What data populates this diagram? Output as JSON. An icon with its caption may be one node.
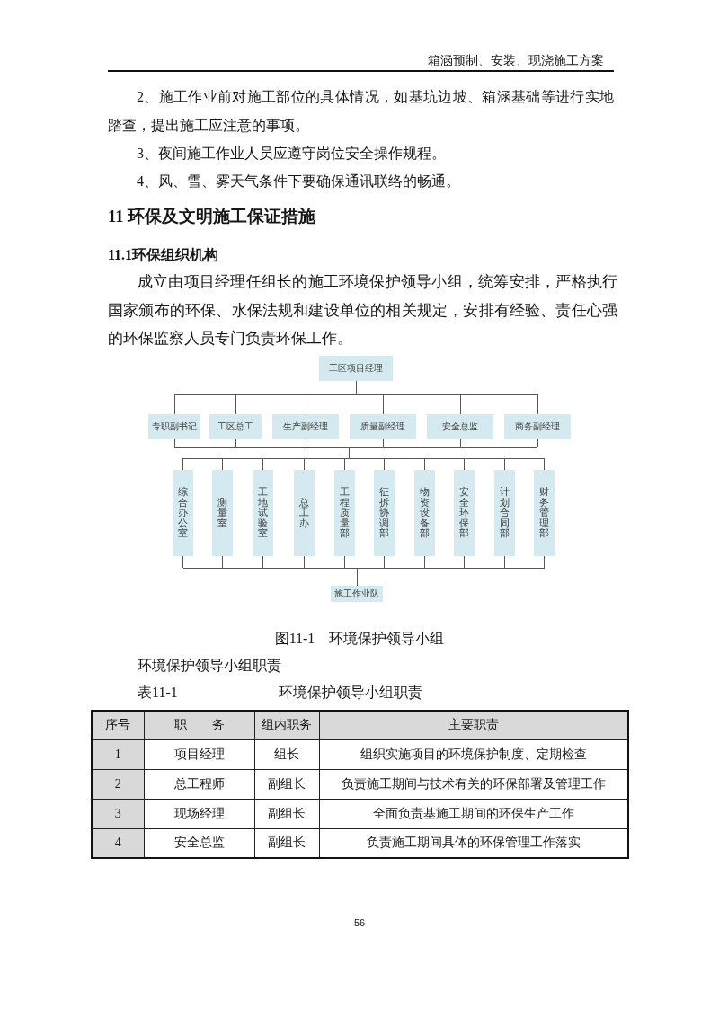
{
  "diagram": {
    "caption": "图11-1　环境保护领导小组",
    "nodes": [
      {
        "text": [
          "工区项目经理"
        ]
      },
      {
        "text": [
          "专职副书记"
        ]
      },
      {
        "text": [
          "工区总工"
        ]
      },
      {
        "text": [
          "生产副经理"
        ]
      },
      {
        "text": [
          "质量副经理"
        ]
      },
      {
        "text": [
          "安全总监"
        ]
      },
      {
        "text": [
          "商务副经理"
        ]
      },
      {
        "text": [
          "综合办公室"
        ]
      },
      {
        "text": [
          "测量室"
        ]
      },
      {
        "text": [
          "工地试验室"
        ]
      },
      {
        "text": [
          "总工办"
        ]
      },
      {
        "text": [
          "工程质量部"
        ]
      },
      {
        "text": [
          "征拆协调部"
        ]
      },
      {
        "text": [
          "物资设备部"
        ]
      },
      {
        "text": [
          "安全环保部"
        ]
      },
      {
        "text": [
          "计划合同部"
        ]
      },
      {
        "text": [
          "财务管理部"
        ]
      },
      {
        "text": [
          "施工作业队"
        ]
      }
    ],
    "edges": [
      {
        "from": 0,
        "to": 1,
        "arrow": "none"
      },
      {
        "from": 0,
        "to": 2,
        "arrow": "none"
      },
      {
        "from": 0,
        "to": 3,
        "arrow": "none"
      },
      {
        "from": 0,
        "to": 4,
        "arrow": "none"
      },
      {
        "from": 0,
        "to": 5,
        "arrow": "none"
      },
      {
        "from": 0,
        "to": 6,
        "arrow": "none"
      },
      {
        "from": 1,
        "to": 7,
        "arrow": "none"
      },
      {
        "from": 1,
        "to": 8,
        "arrow": "none"
      },
      {
        "from": 1,
        "to": 9,
        "arrow": "none"
      },
      {
        "from": 1,
        "to": 10,
        "arrow": "none"
      },
      {
        "from": 1,
        "to": 11,
        "arrow": "none"
      },
      {
        "from": 1,
        "to": 12,
        "arrow": "none"
      },
      {
        "from": 1,
        "to": 13,
        "arrow": "none"
      },
      {
        "from": 1,
        "to": 14,
        "arrow": "none"
      },
      {
        "from": 1,
        "to": 15,
        "arrow": "none"
      },
      {
        "from": 1,
        "to": 16,
        "arrow": "none"
      },
      {
        "from": 2,
        "to": 7,
        "arrow": "none"
      },
      {
        "from": 2,
        "to": 8,
        "arrow": "none"
      },
      {
        "from": 2,
        "to": 9,
        "arrow": "none"
      },
      {
        "from": 2,
        "to": 10,
        "arrow": "none"
      },
      {
        "from": 2,
        "to": 11,
        "arrow": "none"
      },
      {
        "from": 2,
        "to": 12,
        "arrow": "none"
      },
      {
        "from": 2,
        "to": 13,
        "arrow": "none"
      },
      {
        "from": 2,
        "to": 14,
        "arrow": "none"
      },
      {
        "from": 2,
        "to": 15,
        "arrow": "none"
      },
      {
        "from": 2,
        "to": 16,
        "arrow": "none"
      },
      {
        "from": 3,
        "to": 7,
        "arrow": "none"
      },
      {
        "from": 3,
        "to": 8,
        "arrow": "none"
      },
      {
        "from": 3,
        "to": 9,
        "arrow": "none"
      },
      {
        "from": 3,
        "to": 10,
        "arrow": "none"
      },
      {
        "from": 3,
        "to": 11,
        "arrow": "none"
      },
      {
        "from": 3,
        "to": 12,
        "arrow": "none"
      },
      {
        "from": 3,
        "to": 13,
        "arrow": "none"
      },
      {
        "from": 3,
        "to": 14,
        "arrow": "none"
      },
      {
        "from": 3,
        "to": 15,
        "arrow": "none"
      },
      {
        "from": 3,
        "to": 16,
        "arrow": "none"
      },
      {
        "from": 4,
        "to": 7,
        "arrow": "none"
      },
      {
        "from": 4,
        "to": 8,
        "arrow": "none"
      },
      {
        "from": 4,
        "to": 9,
        "arrow": "none"
      },
      {
        "from": 4,
        "to": 10,
        "arrow": "none"
      },
      {
        "from": 4,
        "to": 11,
        "arrow": "none"
      },
      {
        "from": 4,
        "to": 12,
        "arrow": "none"
      },
      {
        "from": 4,
        "to": 13,
        "arrow": "none"
      },
      {
        "from": 4,
        "to": 14,
        "arrow": "none"
      },
      {
        "from": 4,
        "to": 15,
        "arrow": "none"
      },
      {
        "from": 4,
        "to": 16,
        "arrow": "none"
      },
      {
        "from": 5,
        "to": 7,
        "arrow": "none"
      },
      {
        "from": 5,
        "to": 8,
        "arrow": "none"
      },
      {
        "from": 5,
        "to": 9,
        "arrow": "none"
      },
      {
        "from": 5,
        "to": 10,
        "arrow": "none"
      },
      {
        "from": 5,
        "to": 11,
        "arrow": "none"
      },
      {
        "from": 5,
        "to": 12,
        "arrow": "none"
      },
      {
        "from": 5,
        "to": 13,
        "arrow": "none"
      },
      {
        "from": 5,
        "to": 14,
        "arrow": "none"
      },
      {
        "from": 5,
        "to": 15,
        "arrow": "none"
      },
      {
        "from": 5,
        "to": 16,
        "arrow": "none"
      },
      {
        "from": 6,
        "to": 7,
        "arrow": "none"
      },
      {
        "from": 6,
        "to": 8,
        "arrow": "none"
      },
      {
        "from": 6,
        "to": 9,
        "arrow": "none"
      },
      {
        "from": 6,
        "to": 10,
        "arrow": "none"
      },
      {
        "from": 6,
        "to": 11,
        "arrow": "none"
      },
      {
        "from": 6,
        "to": 12,
        "arrow": "none"
      },
      {
        "from": 6,
        "to": 13,
        "arrow": "none"
      },
      {
        "from": 6,
        "to": 14,
        "arrow": "none"
      },
      {
        "from": 6,
        "to": 15,
        "arrow": "none"
      },
      {
        "from": 6,
        "to": 16,
        "arrow": "none"
      },
      {
        "from": 7,
        "to": 17,
        "arrow": "none"
      },
      {
        "from": 8,
        "to": 17,
        "arrow": "none"
      },
      {
        "from": 9,
        "to": 17,
        "arrow": "none"
      },
      {
        "from": 10,
        "to": 17,
        "arrow": "none"
      },
      {
        "from": 11,
        "to": 17,
        "arrow": "none"
      },
      {
        "from": 12,
        "to": 17,
        "arrow": "none"
      },
      {
        "from": 13,
        "to": 17,
        "arrow": "none"
      },
      {
        "from": 14,
        "to": 17,
        "arrow": "none"
      },
      {
        "from": 15,
        "to": 17,
        "arrow": "none"
      },
      {
        "from": 16,
        "to": 17,
        "arrow": "none"
      }
    ],
    "labels": [
      "箱涵预制、安装、现浇施工方案",
      "2、施工作业前对施工部位的具体情况，如基坑边坡、箱涵基础等进行实地踏查，提出施工应注意的事项。",
      "3、夜间施工作业人员应遵守岗位安全操作规程。",
      "4、风、雪、雾天气条件下要确保通讯联络的畅通。",
      "11 环保及文明施工保证措施",
      "11.1环保组织机构",
      "成立由项目经理任组长的施工环境保护领导小组，统筹安排，严格执行国家颁布的环保、水保法规和建设单位的相关规定，安排有经验、责任心强的环保监察人员专门负责环保工作。",
      "环境保护领导小组职责",
      "表11-1",
      "环境保护领导小组职责",
      "序号",
      "职　　务",
      "组内职务",
      "主要职责",
      "1",
      "项目经理",
      "组长",
      "组织实施项目的环境保护制度、定期检查",
      "2",
      "总工程师",
      "副组长",
      "负责施工期间与技术有关的环保部署及管理工作",
      "3",
      "现场经理",
      "副组长",
      "全面负责基施工期间的环保生产工作",
      "4",
      "安全总监",
      "副组长",
      "负责施工期间具体的环保管理工作落实",
      "56"
    ]
  }
}
